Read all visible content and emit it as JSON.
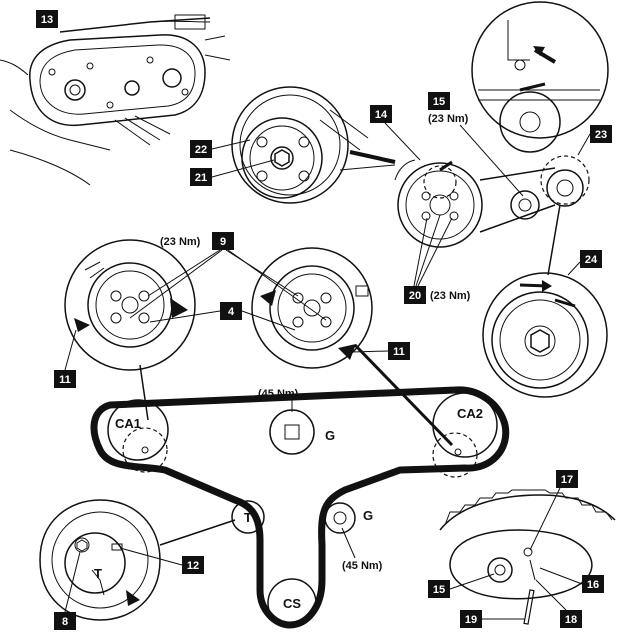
{
  "callouts": {
    "c13": "13",
    "c14": "14",
    "c15a": "15",
    "c22": "22",
    "c21": "21",
    "c23": "23",
    "c9": "9",
    "c20": "20",
    "c24": "24",
    "c4": "4",
    "c11a": "11",
    "c11b": "11",
    "c12": "12",
    "c8": "8",
    "c17": "17",
    "c16": "16",
    "c15b": "15",
    "c19": "19",
    "c18": "18"
  },
  "torques": {
    "t15": "(23 Nm)",
    "t9": "(23 Nm)",
    "t20": "(23 Nm)",
    "tG_top": "(45 Nm)",
    "tG_lower": "(45 Nm)"
  },
  "pulleys": {
    "ca1": "CA1",
    "ca2": "CA2",
    "g_top": "G",
    "g_lower": "G",
    "t": "T",
    "cs": "CS",
    "tensioner_mark": "T"
  }
}
